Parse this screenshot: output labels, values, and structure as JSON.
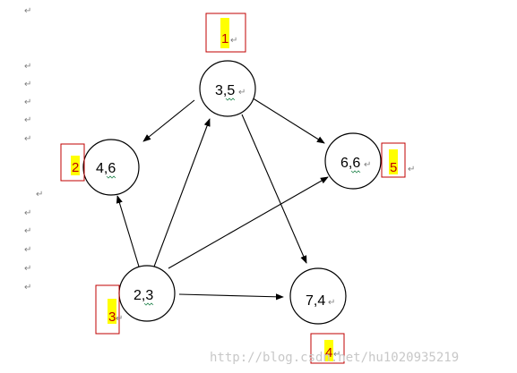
{
  "nodes": [
    {
      "id": "a",
      "label": "3,5"
    },
    {
      "id": "b",
      "label": "4,6"
    },
    {
      "id": "c",
      "label": "6,6"
    },
    {
      "id": "d",
      "label": "2,3"
    },
    {
      "id": "e",
      "label": "7,4"
    }
  ],
  "order_labels": [
    {
      "node": "a",
      "text": "1"
    },
    {
      "node": "b",
      "text": "2"
    },
    {
      "node": "d",
      "text": "3"
    },
    {
      "node": "e",
      "text": "4"
    },
    {
      "node": "c",
      "text": "5"
    }
  ],
  "edges": [
    {
      "from": "a",
      "to": "b"
    },
    {
      "from": "a",
      "to": "c"
    },
    {
      "from": "a",
      "to": "e"
    },
    {
      "from": "d",
      "to": "b"
    },
    {
      "from": "d",
      "to": "a"
    },
    {
      "from": "d",
      "to": "c"
    },
    {
      "from": "d",
      "to": "e"
    }
  ],
  "paragraph_mark": "↵",
  "watermark": "http://blog.csdn.net/hu1020935219",
  "colors": {
    "label_box": "#c00000",
    "highlight": "#ffff00",
    "paragraph_mark": "#7f7f7f",
    "watermark": "#c8c8c8"
  }
}
